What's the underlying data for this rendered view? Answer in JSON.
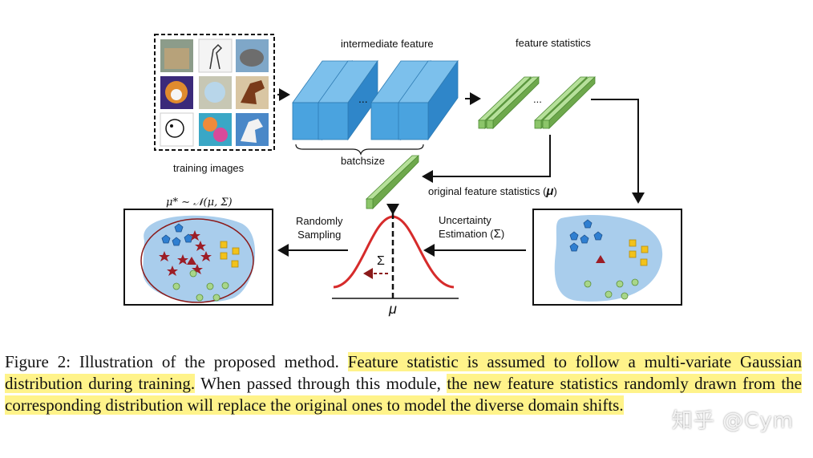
{
  "figure": {
    "labels": {
      "intermediate_feature": "intermediate feature",
      "feature_statistics": "feature statistics",
      "training_images": "training images",
      "batchsize": "batchsize",
      "original_feature_statistics": "original feature statistics (",
      "original_mu": "μ",
      "original_close": ")",
      "randomly_sampling_1": "Randomly",
      "randomly_sampling_2": "Sampling",
      "uncertainty_1": "Uncertainty",
      "uncertainty_2": "Estimation (",
      "uncertainty_sigma": "Σ",
      "uncertainty_close": ")",
      "sigma_symbol": "Σ",
      "mu_axis": "μ",
      "ellipsis": "...",
      "distribution_formula": "μ* ∼ 𝒩(μ, Σ)"
    },
    "colors": {
      "feature_blue": "#4aa3df",
      "stat_green": "#8cc56a",
      "region_blue": "#a9cdec",
      "gaussian_red": "#d62b2b",
      "pentagon_blue": "#2f7fd1",
      "star_red": "#9c1d26",
      "square_yellow": "#f2c21b",
      "circle_green": "#a8d68a"
    }
  },
  "caption": {
    "prefix": "Figure 2: Illustration of the proposed method. ",
    "highlight_1": "Feature statistic is assumed to follow a multi-variate Gaussian distribution during training.",
    "middle": " When passed through this module, ",
    "highlight_2": "the new feature statistics randomly drawn from the corresponding distribution will replace the original ones to model the diverse domain shifts."
  },
  "watermark": "知乎 @Cym"
}
